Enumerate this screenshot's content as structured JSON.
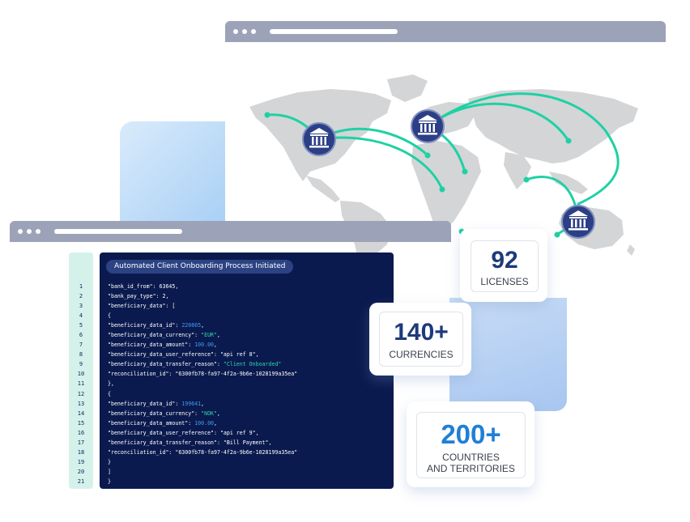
{
  "map": {
    "bank_icon": "bank-building-icon",
    "arc_color": "#1ed1a4"
  },
  "editor": {
    "title": "Automated Client Onboarding Process Initiated",
    "line_numbers": [
      "1",
      "2",
      "3",
      "4",
      "5",
      "6",
      "7",
      "8",
      "9",
      "10",
      "11",
      "12",
      "13",
      "14",
      "15",
      "16",
      "17",
      "18",
      "19",
      "20",
      "21"
    ],
    "lines": [
      [
        "\"bank_id_from\": 63645,"
      ],
      [
        "\"bank_pay_type\": 2,"
      ],
      [
        "\"beneficiary_data\": ["
      ],
      [
        "{"
      ],
      [
        "\"beneficiary_data_id\": ",
        "220865",
        ","
      ],
      [
        "\"beneficiary_data_currency\": ",
        "\"EUR\"",
        ","
      ],
      [
        "\"beneficiary_data_amount\": ",
        "100.00",
        ","
      ],
      [
        "\"beneficiary_data_user_reference\": \"api ref 8\","
      ],
      [
        "\"beneficiary_data_transfer_reason\": ",
        "\"Client Onboarded\""
      ],
      [
        "\"reconciliation_id\": \"6300fb78-fa97-4f2a-9b6e-1028199a35ea\""
      ],
      [
        "},"
      ],
      [
        "{"
      ],
      [
        "\"beneficiary_data_id\": ",
        "199641",
        ","
      ],
      [
        "\"beneficiary_data_currency\": ",
        "\"NOK\"",
        ","
      ],
      [
        "\"beneficiary_data_amount\": ",
        "100.00",
        ","
      ],
      [
        "\"beneficiary_data_user_reference\": \"api ref 9\","
      ],
      [
        "\"beneficiary_data_transfer_reason\": \"Bill Payment\","
      ],
      [
        "\"reconciliation_id\": \"6300fb78-fa97-4f2a-9b6e-1028199a35ea\""
      ],
      [
        "}"
      ],
      [
        "]"
      ],
      [
        "}"
      ]
    ],
    "highlight_colors": [
      "",
      "#3f9df5",
      "#2cd6b0"
    ]
  },
  "stats": {
    "licenses": {
      "number": "92",
      "label": "LICENSES"
    },
    "currencies": {
      "number": "140+",
      "label": "CURRENCIES"
    },
    "countries": {
      "number": "200+",
      "label_line1": "COUNTRIES",
      "label_line2": "AND TERRITORIES"
    }
  },
  "colors": {
    "navy": "#0b1a4e",
    "number_navy": "#1e3a7b",
    "number_blue": "#1f7fd6",
    "bank_circle": "#2c3f86"
  }
}
